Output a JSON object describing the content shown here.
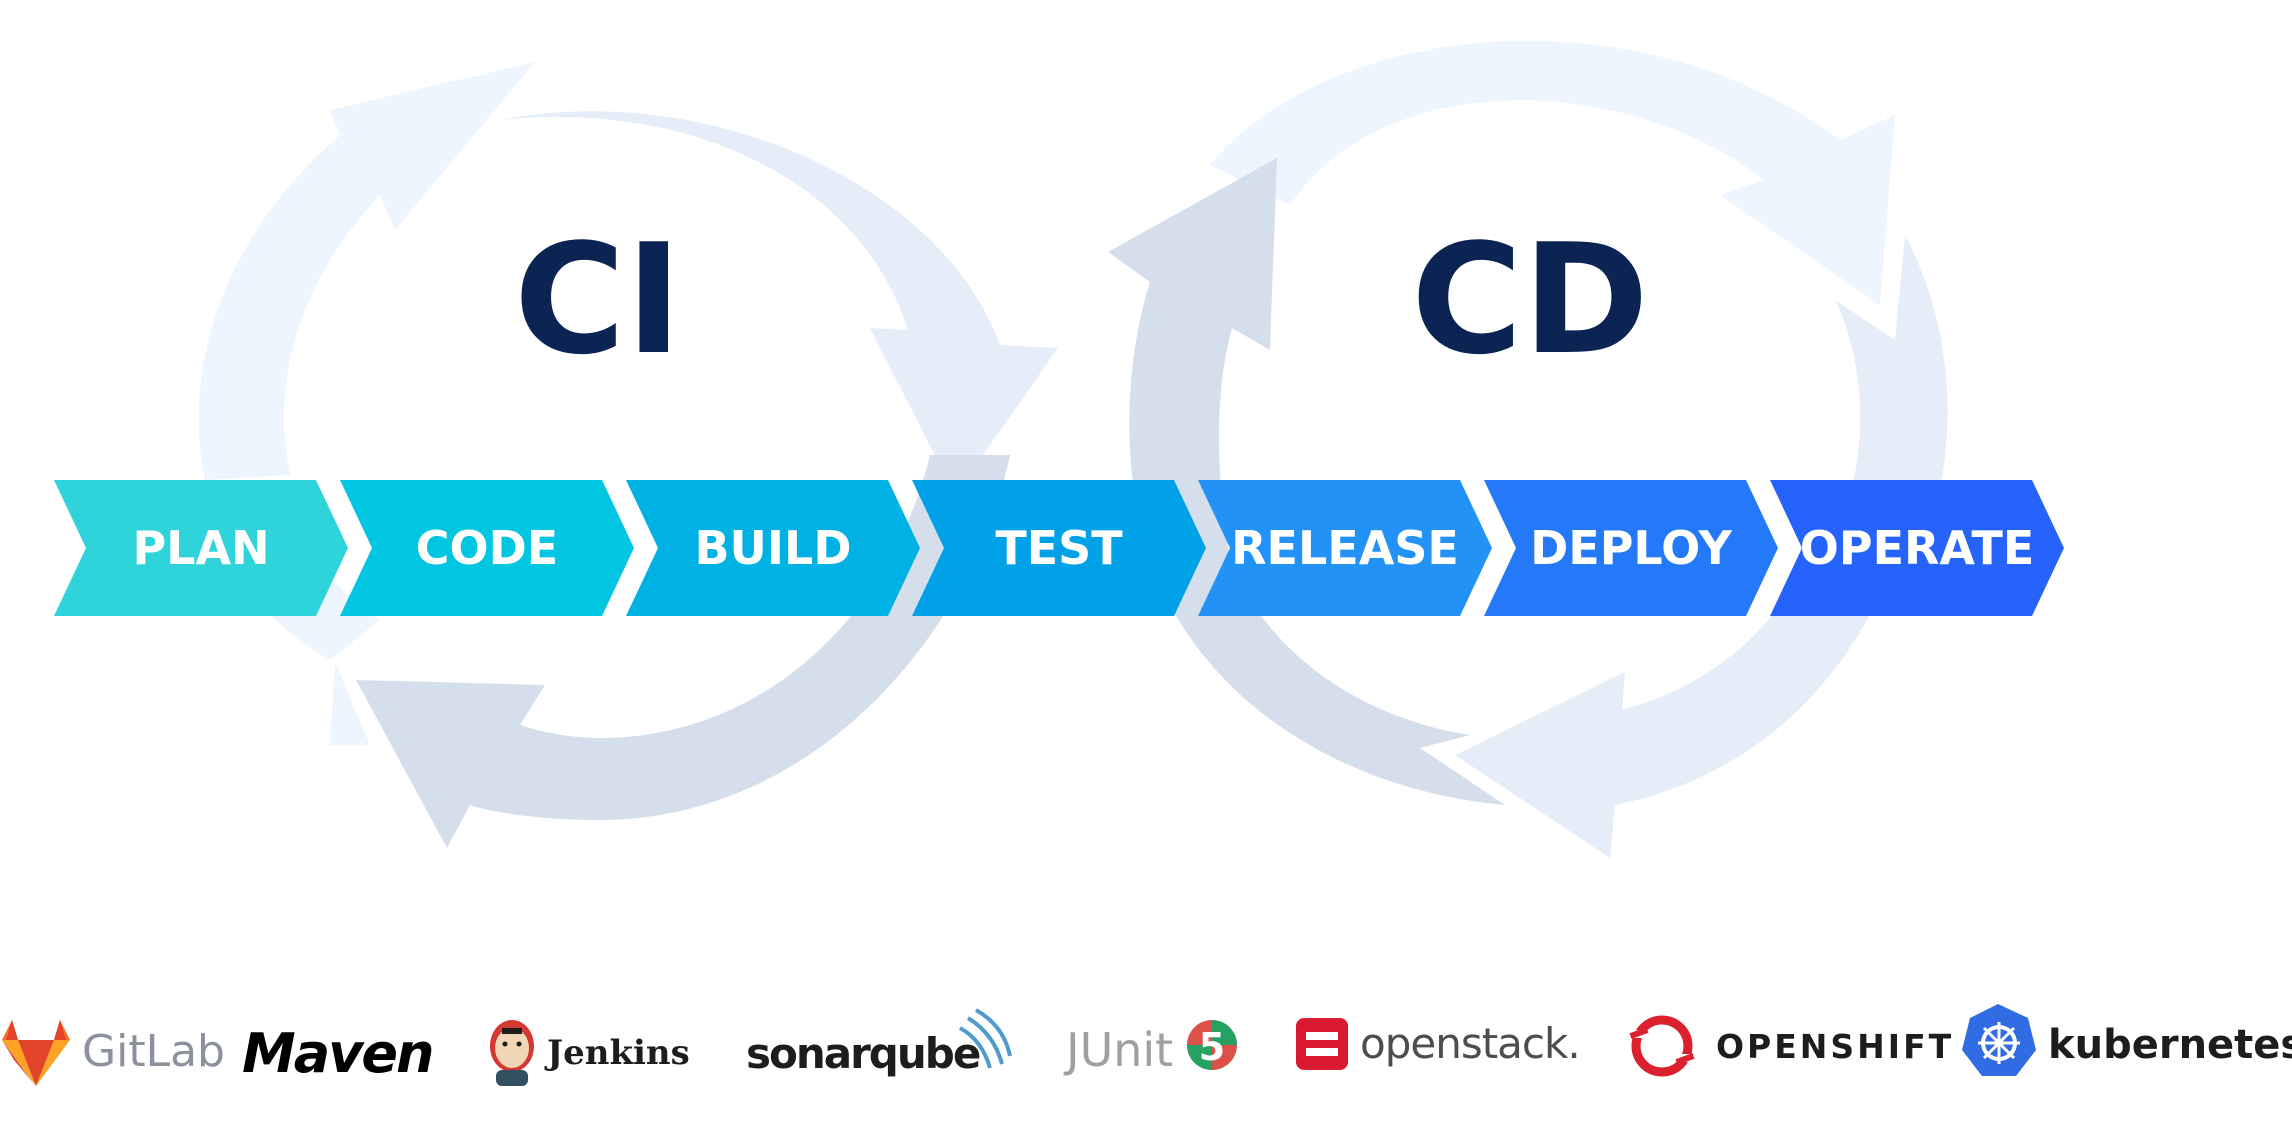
{
  "diagram": {
    "ci_label": "CI",
    "cd_label": "CD",
    "stages": [
      {
        "label": "PLAN",
        "color": "#2fd3da"
      },
      {
        "label": "CODE",
        "color": "#00c6e2"
      },
      {
        "label": "BUILD",
        "color": "#00b2e3"
      },
      {
        "label": "TEST",
        "color": "#00a1e6"
      },
      {
        "label": "RELEASE",
        "color": "#2292f7"
      },
      {
        "label": "DEPLOY",
        "color": "#2479f8"
      },
      {
        "label": "OPERATE",
        "color": "#2563fb"
      }
    ],
    "loop_colors": {
      "light": "#edf5fe",
      "medium": "#e4edf8",
      "dark": "#d5dfeb"
    }
  },
  "logos": [
    {
      "name": "GitLab",
      "icon": "gitlab-fox-icon"
    },
    {
      "name": "Maven",
      "icon": "maven-wordmark"
    },
    {
      "name": "Jenkins",
      "icon": "jenkins-butler-icon"
    },
    {
      "name": "sonarqube",
      "icon": "sonar-waves-icon"
    },
    {
      "name": "JUnit",
      "badge": "5",
      "icon": "junit5-badge-icon"
    },
    {
      "name": "openstack.",
      "icon": "openstack-box-icon"
    },
    {
      "name": "OPENSHIFT",
      "icon": "openshift-ring-icon"
    },
    {
      "name": "kubernetes",
      "icon": "kubernetes-wheel-icon"
    }
  ]
}
